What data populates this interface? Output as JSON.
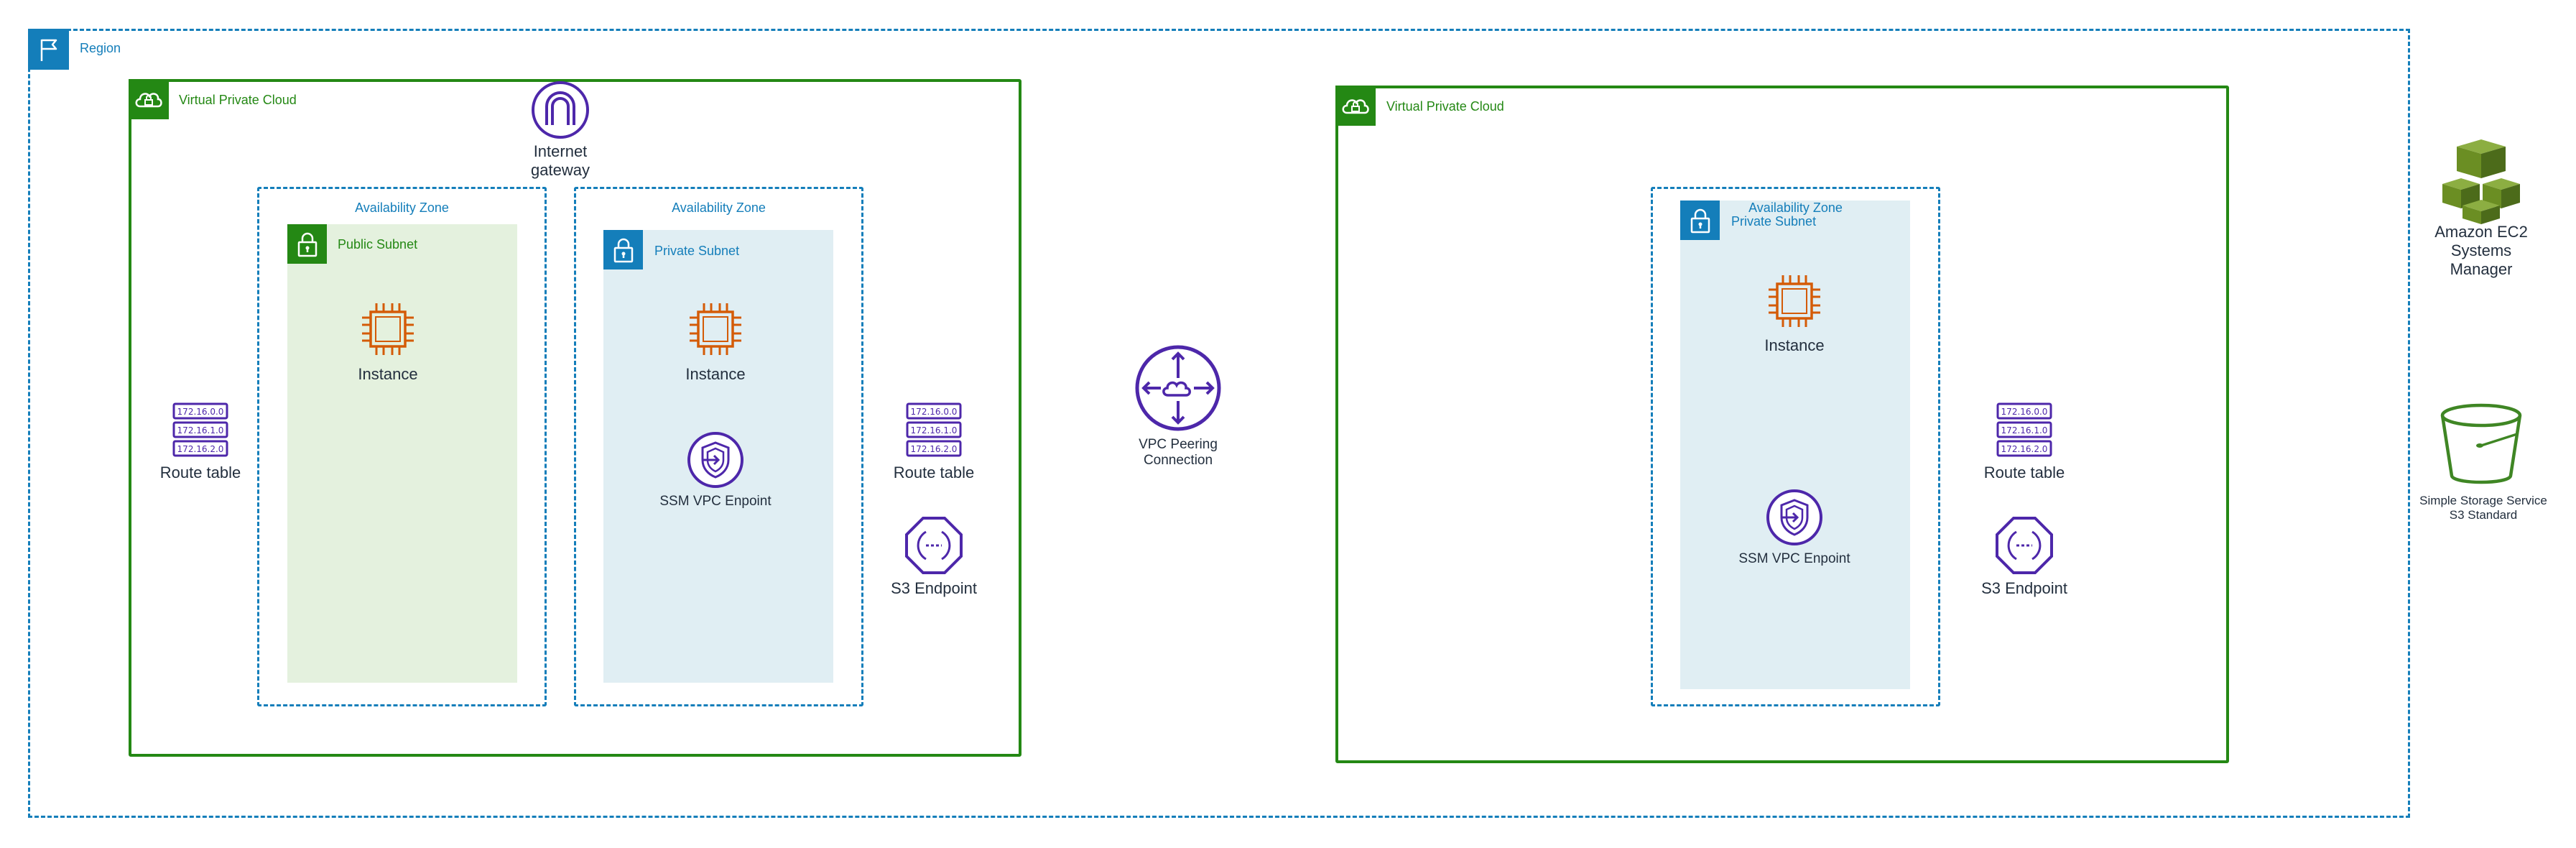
{
  "region": {
    "label": "Region"
  },
  "vpc_left": {
    "label": "Virtual Private Cloud",
    "internet_gateway": {
      "label": "Internet gateway"
    },
    "route_table_left": {
      "label": "Route table",
      "entries": [
        "172.16.0.0",
        "172.16.1.0",
        "172.16.2.0"
      ]
    },
    "az_public": {
      "label": "Availability Zone",
      "subnet": {
        "label": "Public Subnet",
        "instance": {
          "label": "Instance"
        }
      }
    },
    "az_private": {
      "label": "Availability Zone",
      "subnet": {
        "label": "Private Subnet",
        "instance": {
          "label": "Instance"
        },
        "ssm_endpoint": {
          "label": "SSM VPC Enpoint"
        }
      }
    },
    "route_table_right": {
      "label": "Route table",
      "entries": [
        "172.16.0.0",
        "172.16.1.0",
        "172.16.2.0"
      ]
    },
    "s3_endpoint": {
      "label": "S3 Endpoint"
    }
  },
  "vpc_peering": {
    "label": "VPC Peering Connection"
  },
  "vpc_right": {
    "label": "Virtual Private Cloud",
    "az": {
      "label": "Availability Zone",
      "subnet": {
        "label": "Private Subnet",
        "instance": {
          "label": "Instance"
        },
        "ssm_endpoint": {
          "label": "SSM VPC Enpoint"
        }
      }
    },
    "route_table": {
      "label": "Route table",
      "entries": [
        "172.16.0.0",
        "172.16.1.0",
        "172.16.2.0"
      ]
    },
    "s3_endpoint": {
      "label": "S3 Endpoint"
    }
  },
  "services": {
    "ec2_systems_manager": {
      "label": "Amazon EC2 Systems Manager"
    },
    "s3_standard": {
      "label": "Simple Storage Service S3 Standard"
    }
  },
  "colors": {
    "region": "#147eba",
    "vpc": "#248814",
    "public_subnet_bg": "#e4f1de",
    "private_subnet_bg": "#e0eef3",
    "network_purple": "#4d27aa",
    "compute_orange": "#d45b07",
    "storage_green": "#3f8624",
    "ec2_green": "#6b8e23"
  },
  "icons": {
    "region": "flag-icon",
    "vpc": "cloud-lock-icon",
    "subnet": "padlock-icon",
    "instance": "chip-icon",
    "internet_gateway": "arch-icon",
    "route_table": "route-table-icon",
    "ssm_endpoint": "shield-endpoint-icon",
    "s3_endpoint": "octagon-endpoint-icon",
    "vpc_peering": "peering-icon",
    "ec2_systems_manager": "cubes-icon",
    "s3": "bucket-icon"
  }
}
